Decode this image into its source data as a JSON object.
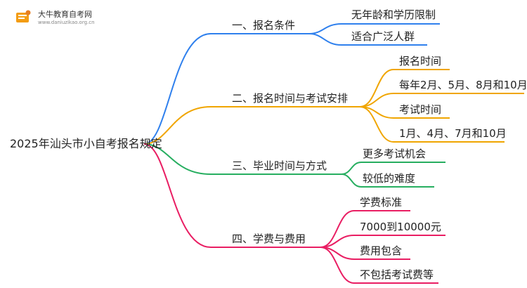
{
  "brand": {
    "title": "大牛教育自考网",
    "url": "www.daniuzikao.org.cn",
    "logo_color": "#f39c12"
  },
  "root": "2025年汕头市小自考报名规定",
  "branches": [
    {
      "label": "一、报名条件",
      "color": "#2f80ed",
      "leaves": [
        "无年龄和学历限制",
        "适合广泛人群"
      ]
    },
    {
      "label": "二、报名时间与考试安排",
      "color": "#f0a500",
      "leaves": [
        "报名时间",
        "每年2月、5月、8月和10月",
        "考试时间",
        "1月、4月、7月和10月"
      ]
    },
    {
      "label": "三、毕业时间与方式",
      "color": "#27ae60",
      "leaves": [
        "更多考试机会",
        "较低的难度"
      ]
    },
    {
      "label": "四、学费与费用",
      "color": "#e91e63",
      "leaves": [
        "学费标准",
        "7000到10000元",
        "费用包含",
        "不包括考试费等"
      ]
    }
  ]
}
